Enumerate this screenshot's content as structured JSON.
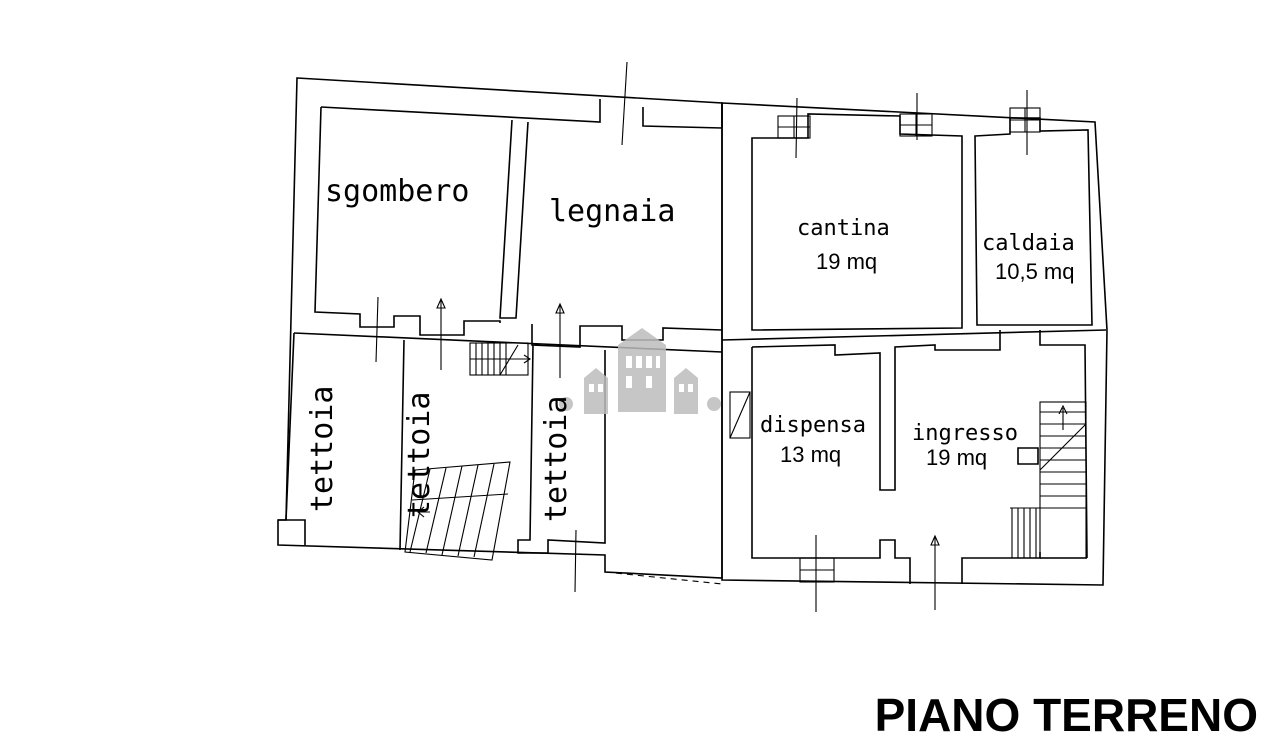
{
  "plan": {
    "title": "PIANO TERRENO",
    "rooms": {
      "sgombero": {
        "label": "sgombero"
      },
      "legnaia": {
        "label": "legnaia"
      },
      "cantina": {
        "label": "cantina",
        "area": "19 mq"
      },
      "caldaia": {
        "label": "caldaia",
        "area": "10,5 mq"
      },
      "dispensa": {
        "label": "dispensa",
        "area": "13 mq"
      },
      "ingresso": {
        "label": "ingresso",
        "area": "19 mq"
      },
      "tettoia_1": {
        "label": "tettoia"
      },
      "tettoia_2": {
        "label": "tettoia"
      },
      "tettoia_3": {
        "label": "tettoia"
      }
    },
    "watermark_icon": "house-logo-icon"
  }
}
